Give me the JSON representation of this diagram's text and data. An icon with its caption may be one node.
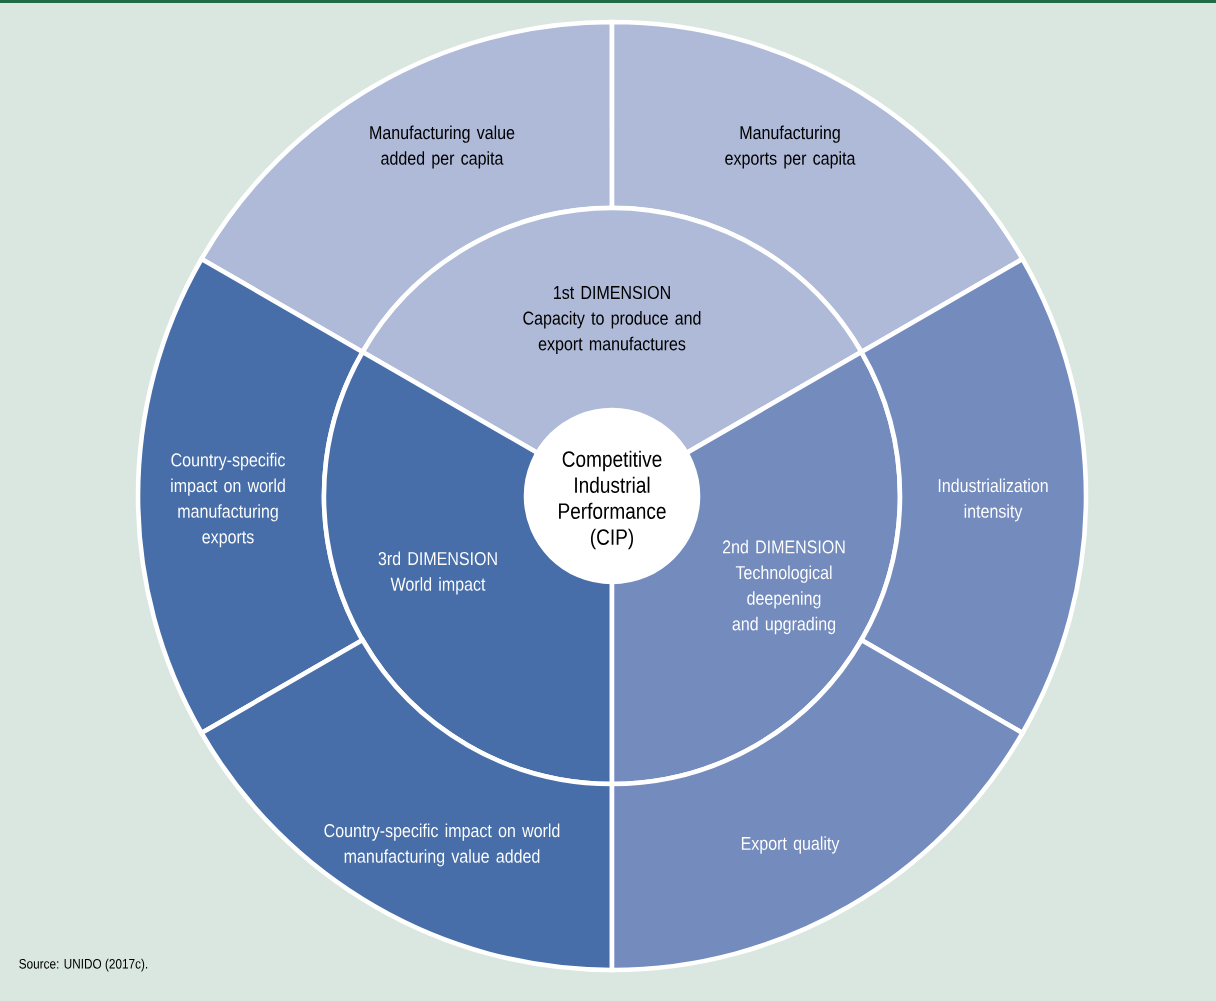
{
  "diagram": {
    "nodes": [
      {
        "text": [
          "Manufacturing value added per capita"
        ]
      },
      {
        "text": [
          "Manufacturing exports per capita"
        ]
      },
      {
        "text": [
          "1st DIMENSION",
          "Capacity to produce and export manufactures"
        ]
      },
      {
        "text": [
          "Country-specific impact on world manufacturing exports"
        ]
      },
      {
        "text": [
          "Competitive Industrial Performance (CIP)"
        ]
      },
      {
        "text": [
          "3rd DIMENSION",
          "World impact"
        ]
      },
      {
        "text": [
          "2nd DIMENSION",
          "Technological deepening and upgrading"
        ]
      },
      {
        "text": [
          "Industrialization intensity"
        ]
      },
      {
        "text": [
          "Country-specific impact on world manufacturing value added"
        ]
      },
      {
        "text": [
          "Export quality"
        ]
      }
    ],
    "labels": [
      "Source: UNIDO (2017c)."
    ]
  }
}
